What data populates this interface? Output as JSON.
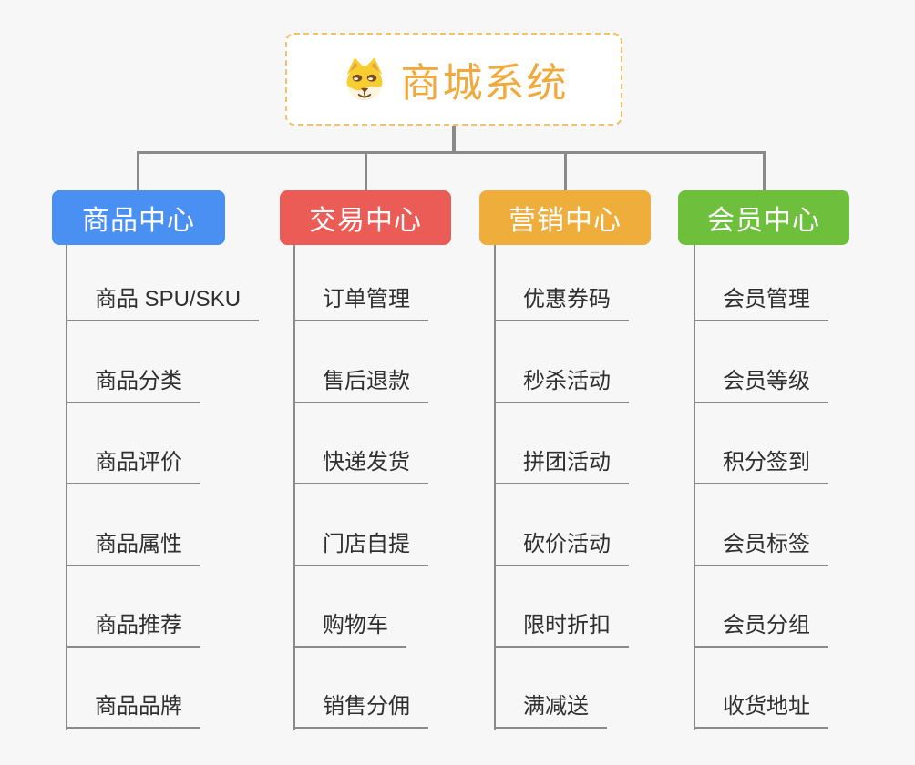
{
  "root": {
    "title": "商城系统",
    "icon": "dog-face-icon",
    "title_color": "#f0a93c",
    "border_color": "#f2c16a"
  },
  "branches": [
    {
      "label": "商品中心",
      "color": "#4a90f2",
      "children": [
        "商品 SPU/SKU",
        "商品分类",
        "商品评价",
        "商品属性",
        "商品推荐",
        "商品品牌"
      ]
    },
    {
      "label": "交易中心",
      "color": "#ea5c55",
      "children": [
        "订单管理",
        "售后退款",
        "快递发货",
        "门店自提",
        "购物车",
        "销售分佣"
      ]
    },
    {
      "label": "营销中心",
      "color": "#efad3b",
      "children": [
        "优惠券码",
        "秒杀活动",
        "拼团活动",
        "砍价活动",
        "限时折扣",
        "满减送"
      ]
    },
    {
      "label": "会员中心",
      "color": "#6ec03c",
      "children": [
        "会员管理",
        "会员等级",
        "积分签到",
        "会员标签",
        "会员分组",
        "收货地址"
      ]
    }
  ],
  "colors": {
    "background": "#f7f7f7",
    "line": "#8a8a8a",
    "leaf_text": "#2f2f2f"
  }
}
